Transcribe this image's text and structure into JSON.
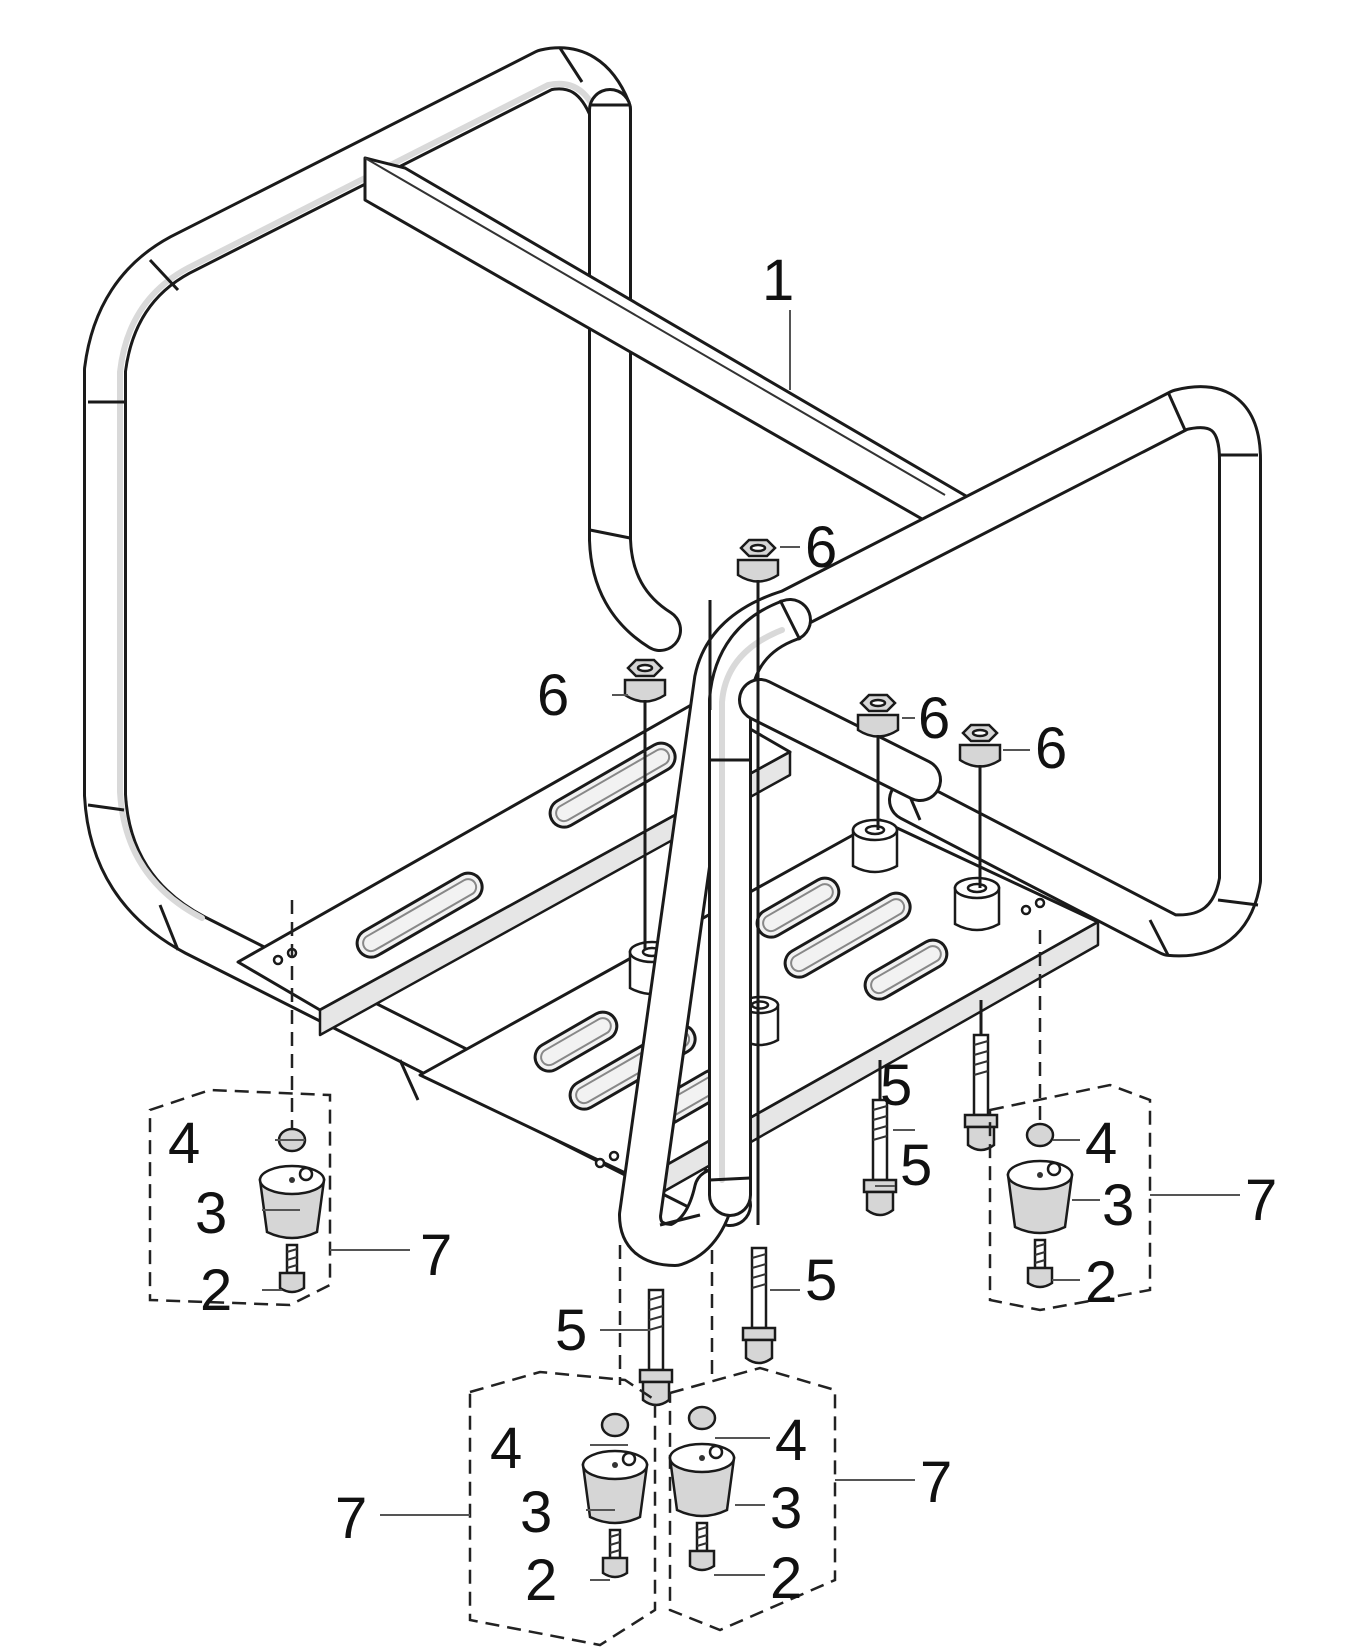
{
  "callouts": {
    "c1": "1",
    "c2a": "2",
    "c2b": "2",
    "c2c": "2",
    "c2d": "2",
    "c3a": "3",
    "c3b": "3",
    "c3c": "3",
    "c3d": "3",
    "c4a": "4",
    "c4b": "4",
    "c4c": "4",
    "c4d": "4",
    "c5a": "5",
    "c5b": "5",
    "c5c": "5",
    "c5d": "5",
    "c6a": "6",
    "c6b": "6",
    "c6c": "6",
    "c6d": "6",
    "c7a": "7",
    "c7b": "7",
    "c7c": "7",
    "c7d": "7"
  },
  "colors": {
    "line": "#1a1a1a",
    "background": "#ffffff",
    "shading": "#d6d6d6"
  }
}
